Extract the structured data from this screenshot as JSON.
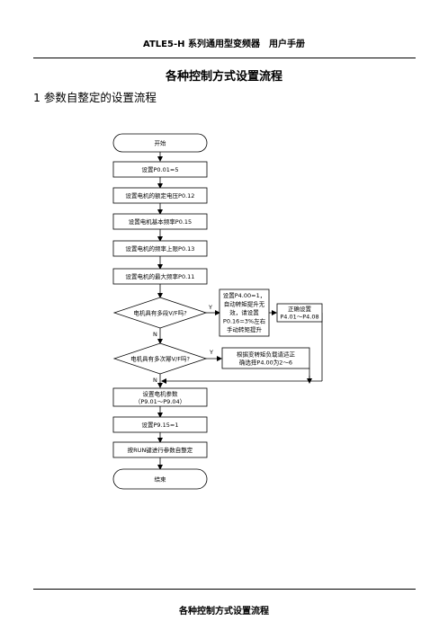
{
  "header": {
    "title": "ATLE5-H 系列通用型变频器　用户手册"
  },
  "page": {
    "title": "各种控制方式设置流程",
    "section_heading": "1 参数自整定的设置流程"
  },
  "flowchart": {
    "start": "开始",
    "step1": "设置P0.01=5",
    "step2": "设置电机的额定电压P0.12",
    "step3": "设置电机基本频率P0.15",
    "step4": "设置电机的频率上限P0.13",
    "step5": "设置电机的最大频率P0.11",
    "decision1": "电机具有多段V/F吗?",
    "decision2": "电机具有多次幂V/F吗?",
    "yes_label": "Y",
    "no_label": "N",
    "note1_lines": [
      "设置P4.00=1，",
      "自动转矩提升无",
      "效，请设置",
      "P0.16=3%左右",
      "手动转矩提升"
    ],
    "note2_lines": [
      "正确设置",
      "P4.01～P4.08"
    ],
    "note3_lines": [
      "根据变转矩负载请适正",
      "确选择P4.00为2～6"
    ],
    "step6_lines": [
      "设置电机参数",
      "（P9.01～P9.04）"
    ],
    "step7": "设置P9.15=1",
    "step8": "按RUN键进行参数自整定",
    "end": "结束"
  },
  "footer": {
    "text": "各种控制方式设置流程"
  }
}
